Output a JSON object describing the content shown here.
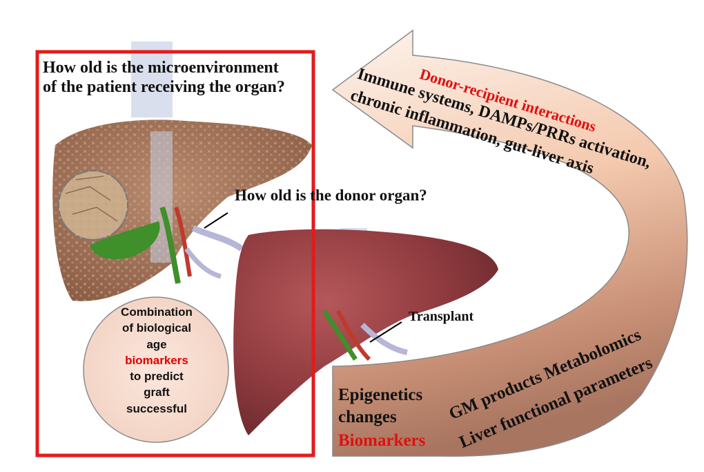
{
  "questions": {
    "microenvironment": [
      "How old  is the microenvironment",
      "of the patient receiving the organ?"
    ],
    "donor": "How old is the donor organ?"
  },
  "labels": {
    "transplant": "Transplant"
  },
  "circle": {
    "lines": [
      "Combination",
      "of biological",
      "age"
    ],
    "highlight": "biomarkers",
    "lines_after": [
      "to predict",
      "graft",
      "successful"
    ]
  },
  "arrow": {
    "heading": "Donor-recipient  interactions",
    "line1": "Immune  systems, DAMPs/PRRs activation,",
    "line2": "chronic inflammation, gut-liver axis",
    "bottom_lines": [
      "GM products  Metabolomics",
      "Liver functional parameters"
    ],
    "left_stack": [
      "Epigenetics",
      "changes"
    ],
    "left_highlight": "Biomarkers"
  },
  "colors": {
    "frame_red": "#e31b1b",
    "highlight_red": "#e00000",
    "arrow_light": "#fbe8da",
    "arrow_dark": "#a87560"
  },
  "icons": {
    "recipient_liver": "liver-cirrhotic-icon",
    "donor_liver": "liver-healthy-icon",
    "tissue_zoom": "tissue-magnifier-icon"
  }
}
